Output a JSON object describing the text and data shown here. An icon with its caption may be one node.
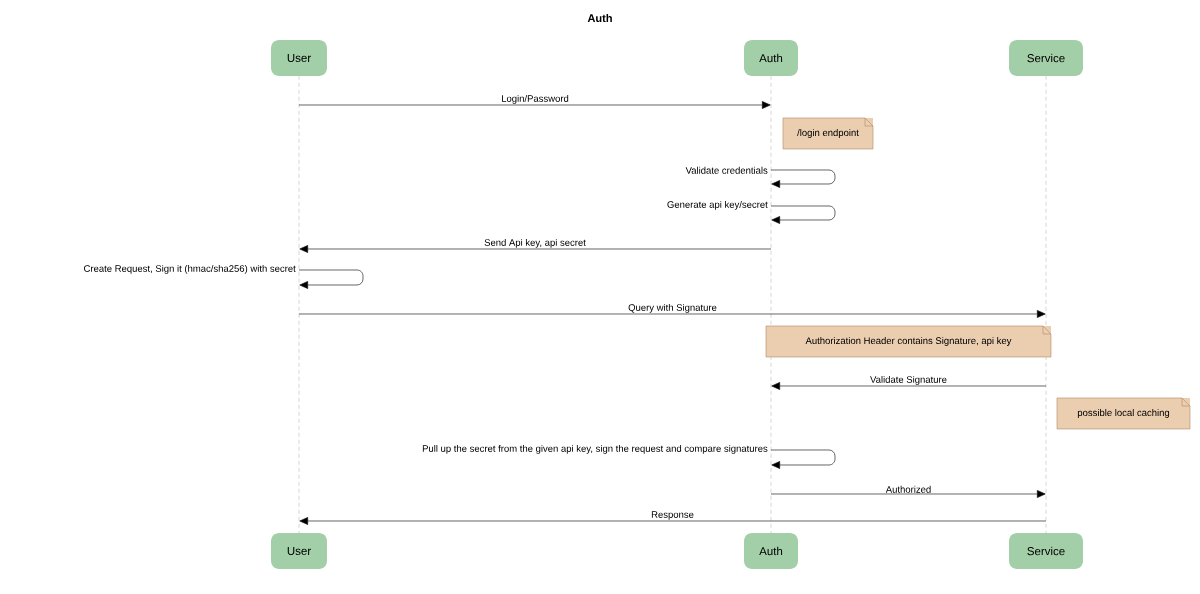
{
  "diagram": {
    "title": "Auth",
    "nodes": [
      {
        "text": [
          "User"
        ]
      },
      {
        "text": [
          "Auth"
        ]
      },
      {
        "text": [
          "Service"
        ]
      },
      {
        "text": [
          "User"
        ]
      },
      {
        "text": [
          "Auth"
        ]
      },
      {
        "text": [
          "Service"
        ]
      },
      {
        "text": [
          "/login endpoint"
        ]
      },
      {
        "text": [
          "Authorization Header contains Signature, api key"
        ]
      },
      {
        "text": [
          "possible local caching"
        ]
      },
      {
        "text": [],
        "shape": "line"
      },
      {
        "text": [],
        "shape": "line"
      },
      {
        "text": [],
        "shape": "line"
      }
    ],
    "edges": [
      {
        "from": 9,
        "to": 10,
        "arrow": "to",
        "label": "Login/Password"
      },
      {
        "from": 10,
        "to": 10,
        "arrow": "to",
        "label": "Validate credentials"
      },
      {
        "from": 10,
        "to": 10,
        "arrow": "to",
        "label": "Generate api key/secret"
      },
      {
        "from": 10,
        "to": 9,
        "arrow": "to",
        "label": "Send Api key, api secret"
      },
      {
        "from": 9,
        "to": 9,
        "arrow": "to",
        "label": "Create Request, Sign it (hmac/sha256) with secret"
      },
      {
        "from": 9,
        "to": 11,
        "arrow": "to",
        "label": "Query with Signature"
      },
      {
        "from": 11,
        "to": 10,
        "arrow": "to",
        "label": "Validate Signature"
      },
      {
        "from": 10,
        "to": 10,
        "arrow": "to",
        "label": "Pull up the secret from the given api key, sign the request and compare signatures"
      },
      {
        "from": 10,
        "to": 11,
        "arrow": "to",
        "label": "Authorized"
      },
      {
        "from": 11,
        "to": 9,
        "arrow": "to",
        "label": "Response"
      }
    ]
  }
}
